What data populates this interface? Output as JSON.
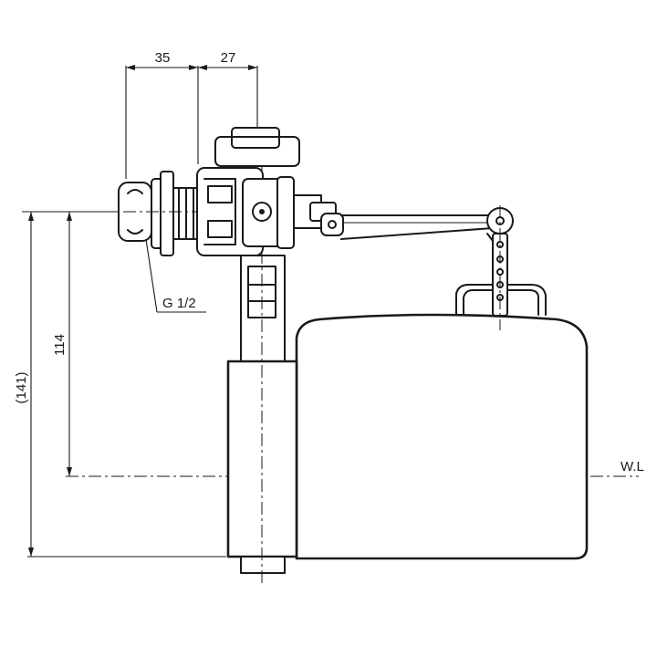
{
  "dimensions": {
    "horizontal_left": "35",
    "horizontal_right": "27",
    "vertical_inner": "114",
    "vertical_outer": "(141)"
  },
  "labels": {
    "thread_size": "G 1/2",
    "water_level": "W.L"
  }
}
